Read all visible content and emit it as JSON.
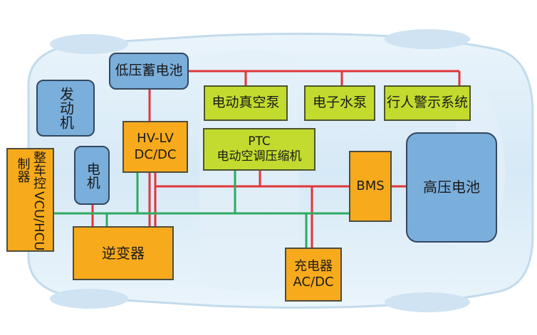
{
  "colors": {
    "hv_line": "#e0363a",
    "comm_line": "#2eaa60",
    "battery_blue": "#7aaedb",
    "module_orange": "#f7aa1b",
    "load_green": "#c3db2e",
    "car_body": "#d4e8f5"
  },
  "nodes": {
    "low_voltage_battery": "低压蓄电池",
    "engine": "发动机",
    "hvlv_dcdc_line1": "HV-LV",
    "hvlv_dcdc_line2": "DC/DC",
    "vacuum_pump": "电动真空泵",
    "water_pump": "电子水泵",
    "pedestrian_warning": "行人警示系统",
    "ptc_line1": "PTC",
    "ptc_line2": "电动空调压缩机",
    "vcu_line1": "整车控制器",
    "vcu_line2": "VCU/HCU",
    "motor": "电机",
    "inverter": "逆变器",
    "bms": "BMS",
    "hv_battery": "高压电池",
    "charger_line1": "充电器",
    "charger_line2": "AC/DC"
  }
}
